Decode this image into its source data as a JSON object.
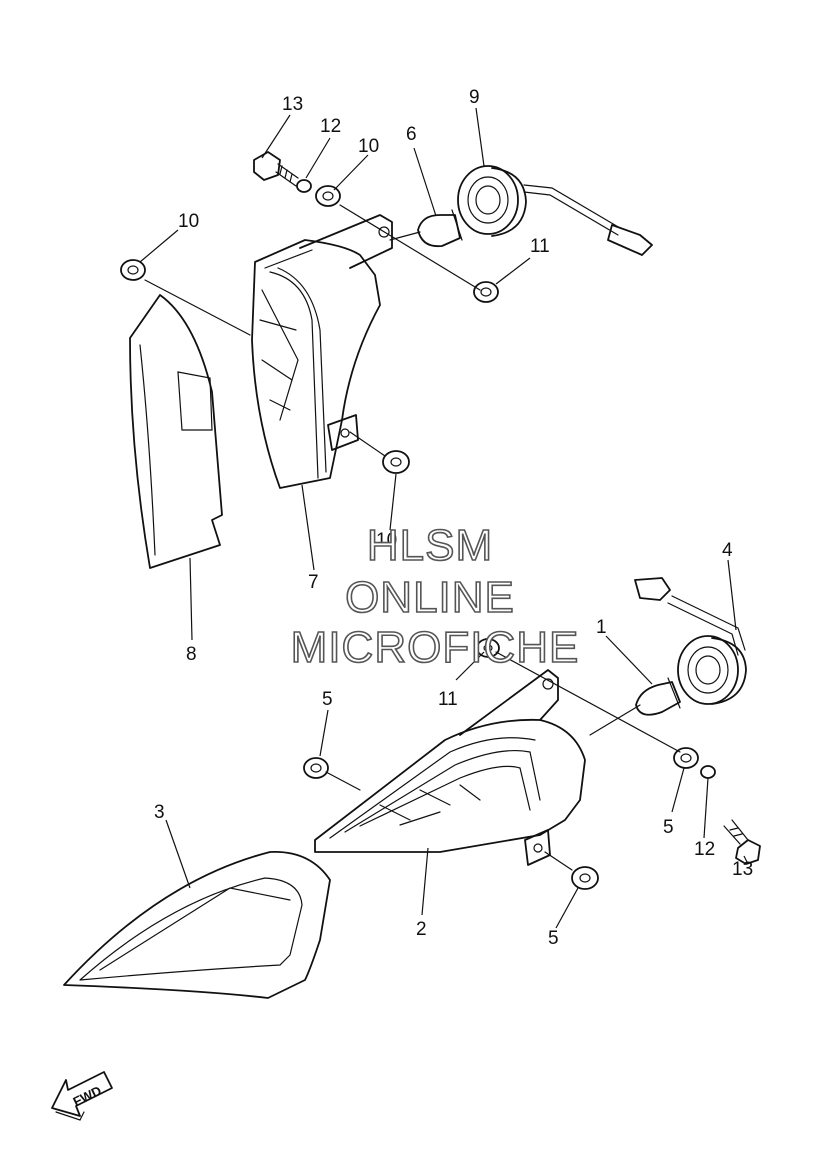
{
  "watermark": {
    "line1": "HLSM",
    "line2": "ONLINE",
    "line3": "MICROFICHE"
  },
  "direction_label": "FWD",
  "callouts": {
    "c1": "1",
    "c2": "2",
    "c3": "3",
    "c4": "4",
    "c5a": "5",
    "c5b": "5",
    "c5c": "5",
    "c6": "6",
    "c7": "7",
    "c8": "8",
    "c9": "9",
    "c10a": "10",
    "c10b": "10",
    "c10c": "10",
    "c11a": "11",
    "c11b": "11",
    "c12a": "12",
    "c12b": "12",
    "c13a": "13",
    "c13b": "13"
  }
}
